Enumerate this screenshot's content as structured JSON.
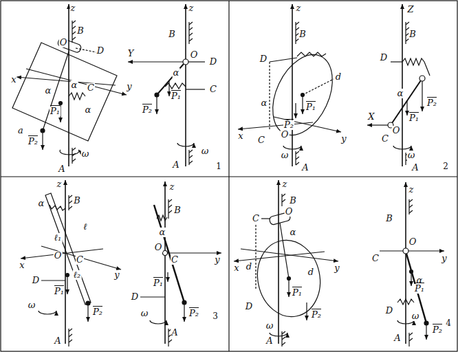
{
  "diagram": {
    "labels": [
      "z",
      "B",
      "O",
      "D",
      "x",
      "y",
      "α",
      "α",
      "C",
      "α",
      "a",
      "P₁",
      "P₂",
      "ω",
      "A",
      "z",
      "B",
      "Y",
      "O",
      "D",
      "α",
      "C",
      "P₂",
      "P₁",
      "ω",
      "A",
      "1",
      "z",
      "B",
      "D",
      "d",
      "α",
      "x",
      "C",
      "O",
      "y",
      "P₁",
      "P₂",
      "ω",
      "A",
      "Z",
      "B",
      "D",
      "α",
      "X",
      "O",
      "C",
      "P₁",
      "P₂",
      "ω",
      "A",
      "2",
      "z",
      "B",
      "α",
      "ℓ",
      "ℓ₁",
      "x",
      "O",
      "C",
      "y",
      "ℓ₂",
      "D",
      "P₁",
      "P₂",
      "ω",
      "A",
      "z",
      "B",
      "α",
      "O",
      "C",
      "y",
      "D",
      "P₁",
      "P₂",
      "ω",
      "A",
      "3",
      "z",
      "B",
      "α",
      "C",
      "O",
      "x",
      "y",
      "d",
      "d",
      "P₁",
      "D",
      "ω",
      "P₂",
      "A",
      "z",
      "B",
      "O",
      "C",
      "y",
      "α",
      "P₁",
      "D",
      "ω",
      "P₂",
      "A",
      "4"
    ]
  }
}
